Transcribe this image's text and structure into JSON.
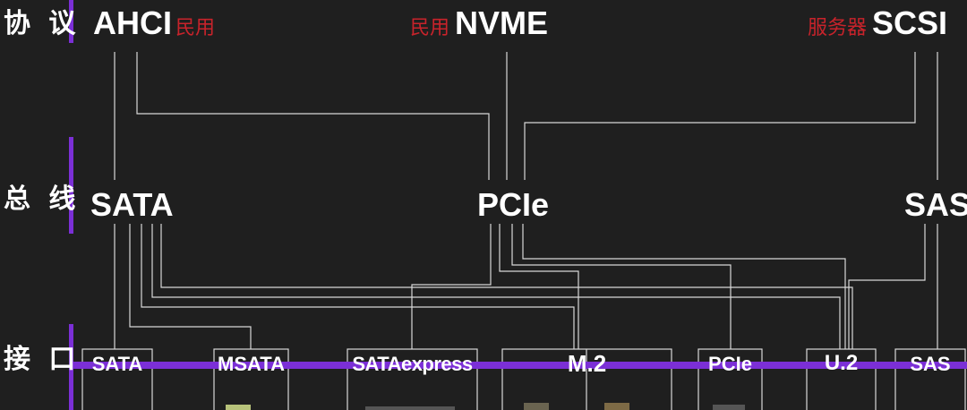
{
  "side_labels": {
    "protocol": "协 议",
    "bus": "总 线",
    "interface": "接 口"
  },
  "protocols": {
    "ahci": {
      "name": "AHCI",
      "tag": "民用"
    },
    "nvme": {
      "name": "NVME",
      "tag": "民用"
    },
    "scsi": {
      "name": "SCSI",
      "tag": "服务器"
    }
  },
  "buses": {
    "sata": "SATA",
    "pcie": "PCIe",
    "sas": "SAS"
  },
  "interfaces": [
    "SATA",
    "MSATA",
    "SATAexpress",
    "M.2",
    "PCIe",
    "U.2",
    "SAS"
  ],
  "colors": {
    "background": "#1f1f1f",
    "accent": "#7b2fd6",
    "line": "#d8d8d8",
    "text": "#ffffff",
    "tag": "#c8232b"
  }
}
